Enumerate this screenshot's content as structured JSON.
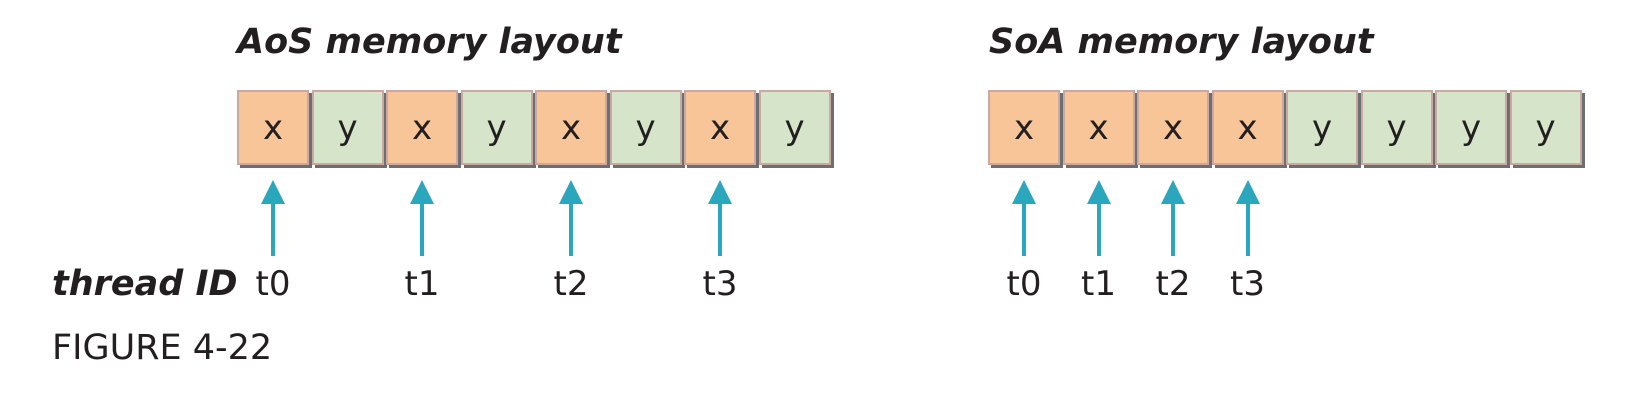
{
  "aos": {
    "title": "AoS memory layout",
    "cells": [
      "x",
      "y",
      "x",
      "y",
      "x",
      "y",
      "x",
      "y"
    ],
    "threads": [
      {
        "label": "t0",
        "cell": 0
      },
      {
        "label": "t1",
        "cell": 2
      },
      {
        "label": "t2",
        "cell": 4
      },
      {
        "label": "t3",
        "cell": 6
      }
    ]
  },
  "soa": {
    "title": "SoA memory layout",
    "cells": [
      "x",
      "x",
      "x",
      "x",
      "y",
      "y",
      "y",
      "y"
    ],
    "threads": [
      {
        "label": "t0",
        "cell": 0
      },
      {
        "label": "t1",
        "cell": 1
      },
      {
        "label": "t2",
        "cell": 2
      },
      {
        "label": "t3",
        "cell": 3
      }
    ]
  },
  "thread_label": "thread ID",
  "caption": "FIGURE 4-22",
  "colors": {
    "x_fill": "#f7c598",
    "y_fill": "#d6e5c9",
    "arrow": "#2aa6bd",
    "cell_border": "#c9a9a2",
    "shadow": "#6d6e71",
    "text": "#231f20"
  }
}
